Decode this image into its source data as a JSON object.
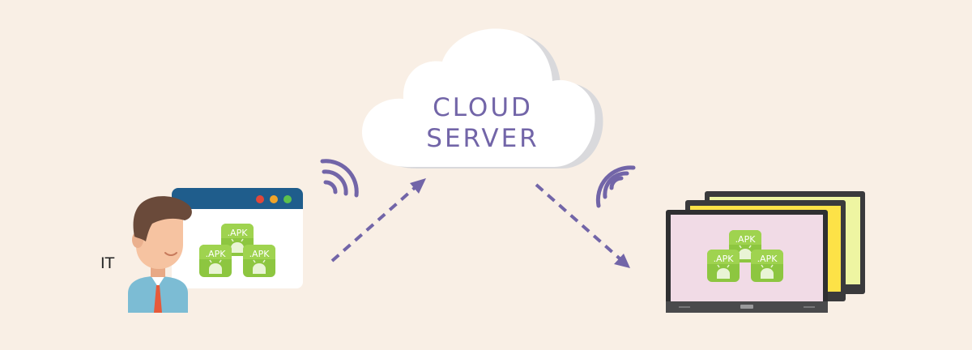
{
  "cloud": {
    "line1": "CLOUD",
    "line2": "SERVER"
  },
  "it_label": "IT",
  "apk_label": ".APK",
  "colors": {
    "background": "#f9efe5",
    "accent_purple": "#7265a8",
    "window_blue": "#1f5d8c",
    "apk_green": "#8dc640",
    "screen_pink": "#f1dbe6",
    "screen_yellow": "#fde247",
    "screen_lime": "#eef5a2"
  }
}
